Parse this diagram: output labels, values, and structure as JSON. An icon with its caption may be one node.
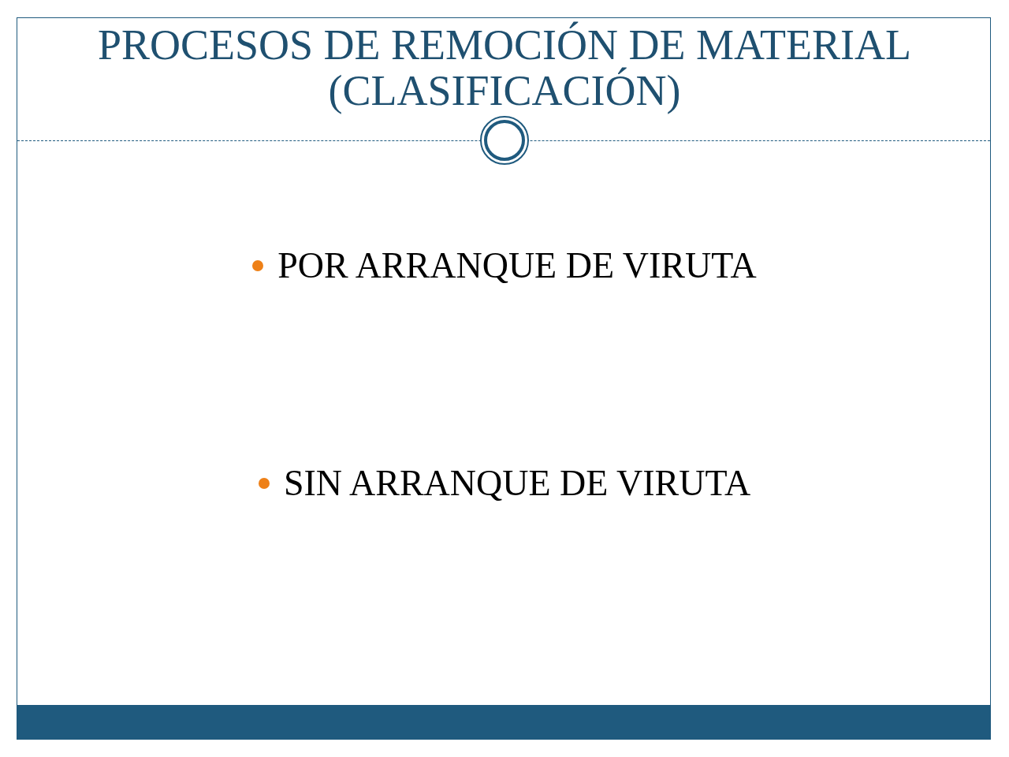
{
  "diagram": {
    "title": "PROCESOS DE REMOCIÓN DE MATERIAL (CLASIFICACIÓN)",
    "labels": [
      "POR ARRANQUE DE VIRUTA",
      "SIN ARRANQUE DE VIRUTA"
    ]
  }
}
